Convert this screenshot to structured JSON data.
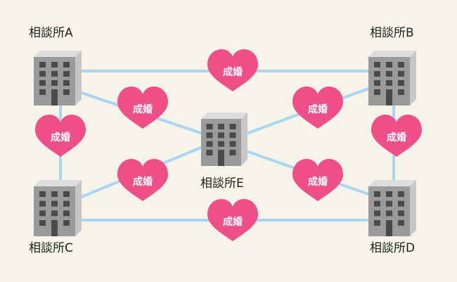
{
  "colors": {
    "background": "#f6f4e9",
    "link": "#a9d4f2",
    "heart": "#ef4f86",
    "building_front": "#9a9a9a",
    "building_side": "#c6c6c6",
    "building_top": "#dcdcdc",
    "window": "#4a4a4a"
  },
  "offices": {
    "a": {
      "name": "相談所A"
    },
    "b": {
      "name": "相談所B"
    },
    "c": {
      "name": "相談所C"
    },
    "d": {
      "name": "相談所D"
    },
    "e": {
      "name": "相談所E"
    }
  },
  "links": [
    {
      "from": "a",
      "to": "b",
      "label": "成婚"
    },
    {
      "from": "a",
      "to": "c",
      "label": "成婚"
    },
    {
      "from": "a",
      "to": "e",
      "label": "成婚"
    },
    {
      "from": "b",
      "to": "e",
      "label": "成婚"
    },
    {
      "from": "b",
      "to": "d",
      "label": "成婚"
    },
    {
      "from": "c",
      "to": "e",
      "label": "成婚"
    },
    {
      "from": "e",
      "to": "d",
      "label": "成婚"
    },
    {
      "from": "c",
      "to": "d",
      "label": "成婚"
    }
  ]
}
